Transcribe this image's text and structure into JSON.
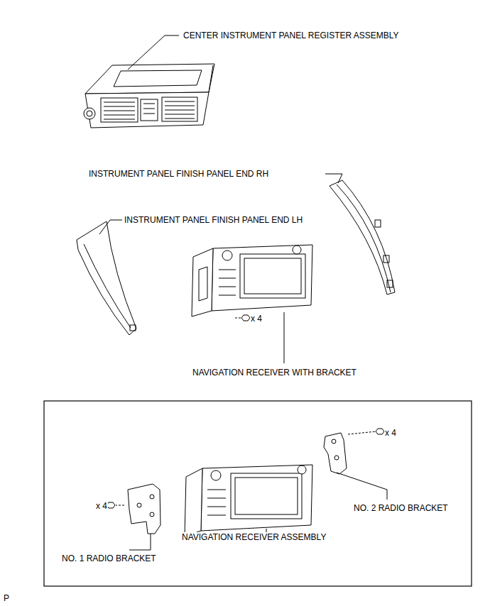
{
  "diagram": {
    "labels": [
      "CENTER INSTRUMENT PANEL REGISTER ASSEMBLY",
      "INSTRUMENT PANEL FINISH PANEL END RH",
      "INSTRUMENT PANEL FINISH PANEL END LH",
      "x 4",
      "NAVIGATION RECEIVER WITH BRACKET",
      "x 4",
      "x 4",
      "NAVIGATION RECEIVER ASSEMBLY",
      "NO. 2 RADIO BRACKET",
      "NO. 1 RADIO BRACKET",
      "P"
    ]
  }
}
